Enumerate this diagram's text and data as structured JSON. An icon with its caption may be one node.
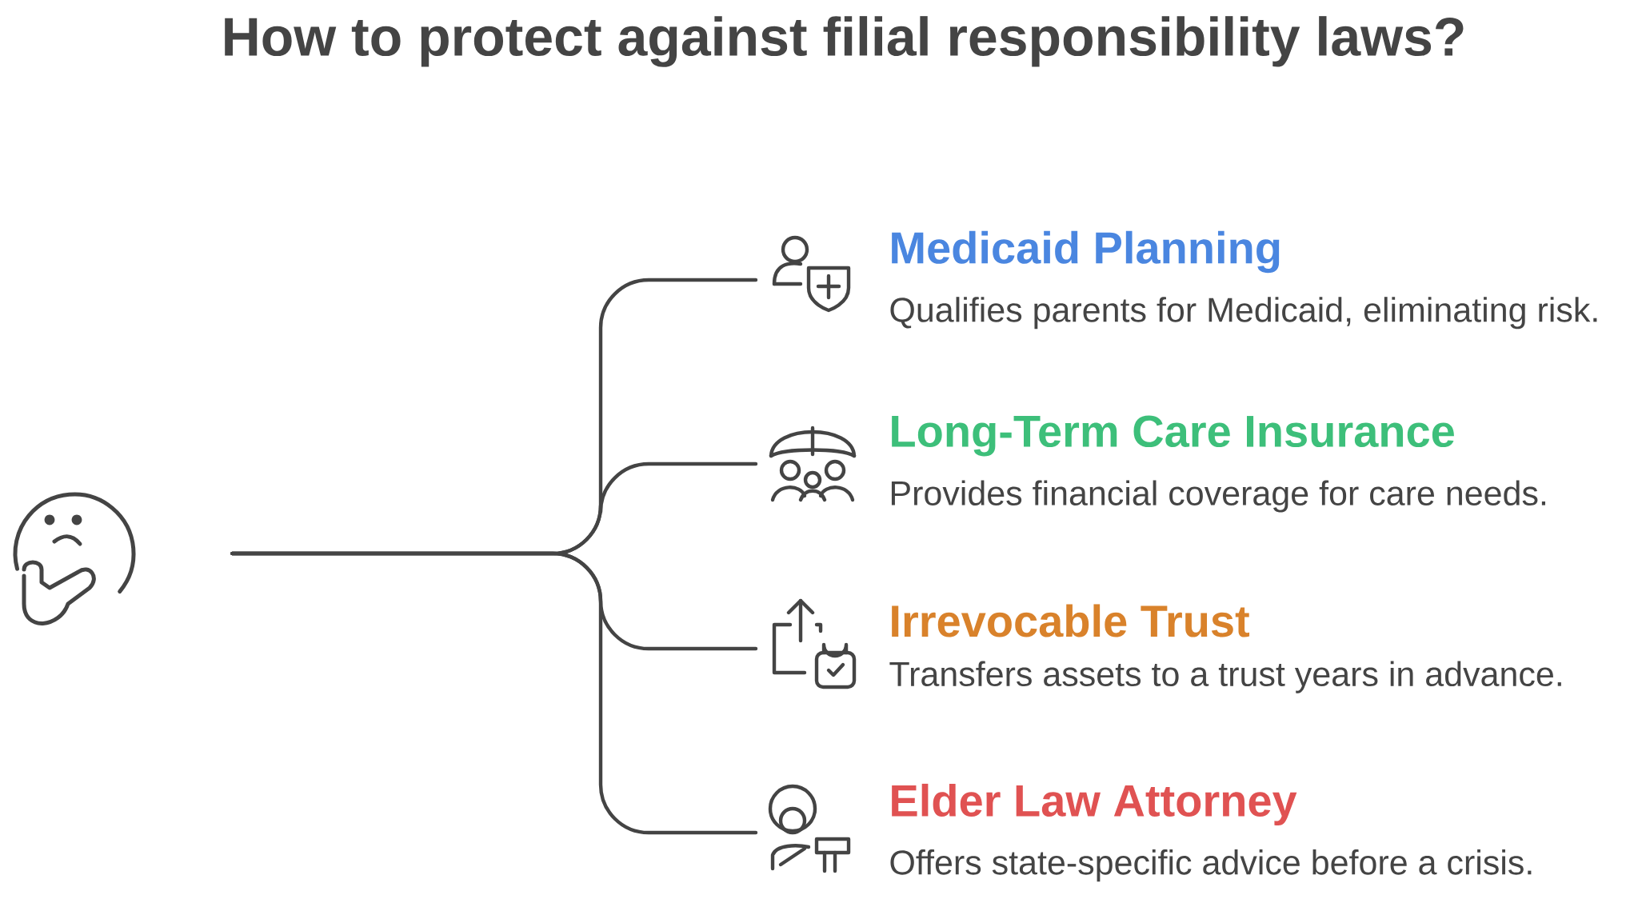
{
  "diagram": {
    "title": "How to protect against filial responsibility laws?",
    "nodes": [
      {
        "text": [],
        "shape": "picture"
      },
      {
        "text": [
          "Medicaid Planning",
          "Qualifies parents for Medicaid, eliminating risk."
        ]
      },
      {
        "text": [
          "Long-Term Care Insurance",
          "Provides financial coverage for care needs."
        ]
      },
      {
        "text": [
          "Irrevocable Trust",
          "Transfers assets to a trust years in advance."
        ]
      },
      {
        "text": [
          "Elder Law Attorney",
          "Offers state-specific advice before a crisis."
        ]
      }
    ],
    "edges": [
      {
        "from": 0,
        "to": 1,
        "arrow": "none"
      },
      {
        "from": 0,
        "to": 2,
        "arrow": "none"
      },
      {
        "from": 0,
        "to": 3,
        "arrow": "none"
      },
      {
        "from": 0,
        "to": 4,
        "arrow": "none"
      }
    ]
  }
}
